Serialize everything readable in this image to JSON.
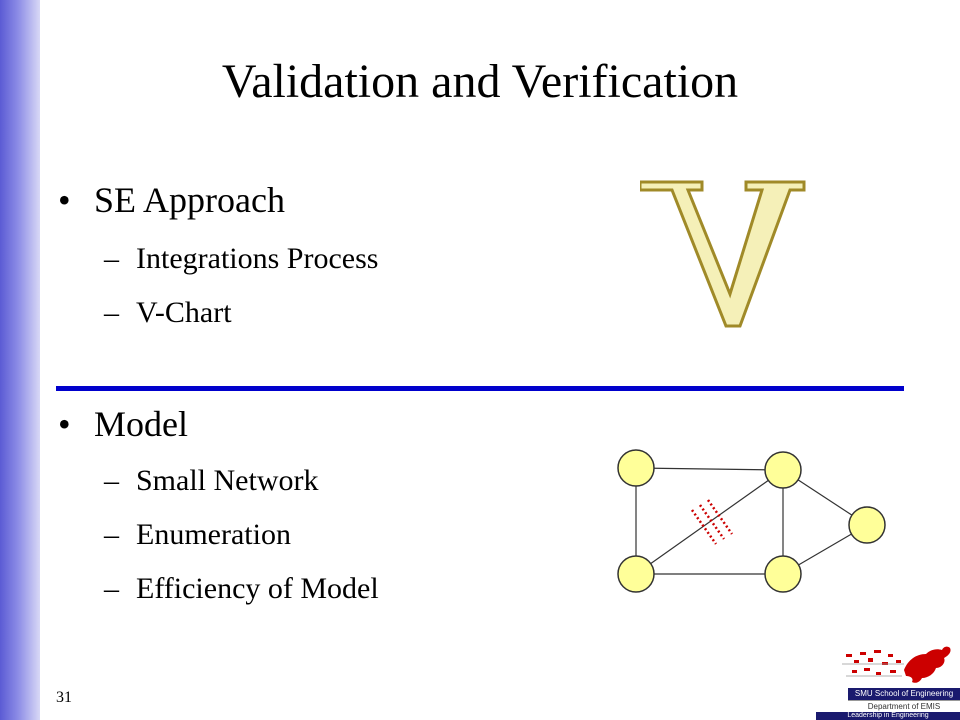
{
  "slide": {
    "title": "Validation and Verification",
    "number": "31"
  },
  "sections": {
    "approach": {
      "bullet": "•",
      "label": "SE Approach",
      "items": [
        "Integrations Process",
        "V-Chart"
      ]
    },
    "model": {
      "bullet": "•",
      "label": "Model",
      "items": [
        "Small Network",
        "Enumeration",
        "Efficiency of Model"
      ]
    }
  },
  "dash": "–",
  "v_graphic": {
    "letter": "V",
    "fill": "#f5f0b8",
    "stroke": "#a08a28"
  },
  "network": {
    "node_fill": "#ffff99",
    "node_stroke": "#333333",
    "cut_color": "#cc0000"
  },
  "logo": {
    "line1": "SMU School of Engineering",
    "line2": "Department of EMIS",
    "line3": "Leadership in Engineering",
    "accent": "#cc0000",
    "navy": "#1a1a6e"
  },
  "colors": {
    "divider": "#0000cc",
    "sidebar": "#7b7bdd"
  }
}
